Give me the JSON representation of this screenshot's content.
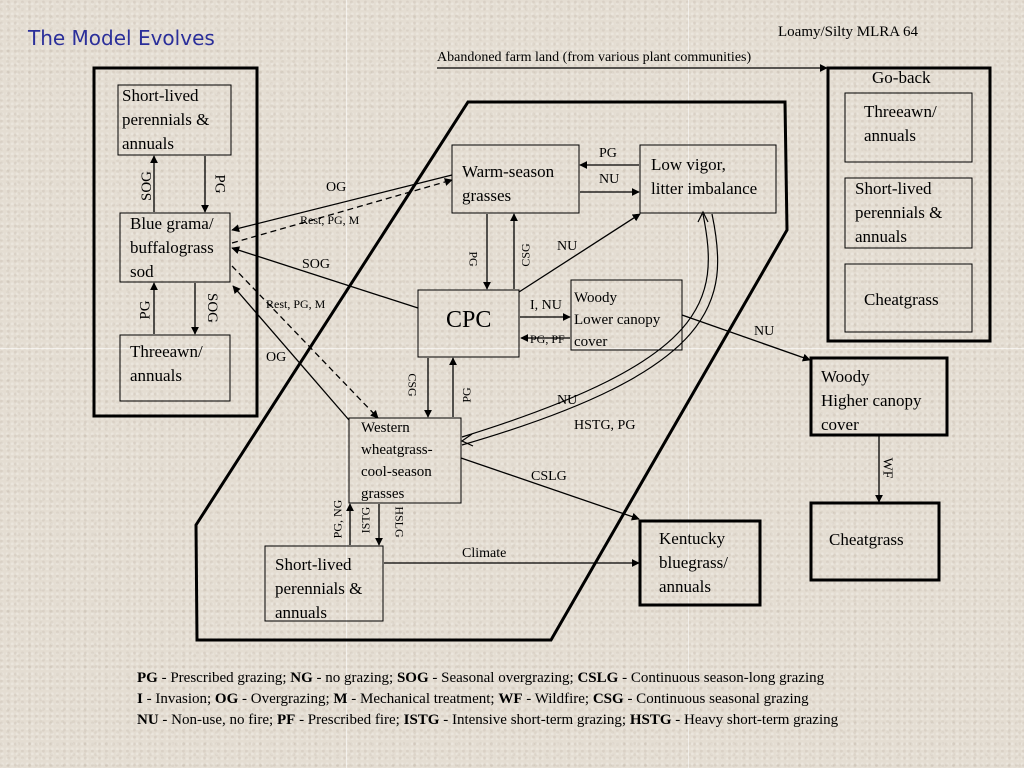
{
  "title": "The Model Evolves",
  "mlra": "Loamy/Silty MLRA 64",
  "top_arrow_label": "Abandoned farm land (from various plant communities)",
  "states": {
    "short_lived_left": [
      "Short-lived",
      "perennials &",
      "annuals"
    ],
    "blue_grama": [
      "Blue grama/",
      "buffalograss",
      "sod"
    ],
    "threeawn_left": [
      "Threeawn/",
      "annuals"
    ],
    "warm_season": [
      "Warm-season",
      "grasses"
    ],
    "low_vigor": [
      "Low vigor,",
      "litter imbalance"
    ],
    "cpc": "CPC",
    "woody_lower": [
      "Woody",
      "Lower canopy",
      "cover"
    ],
    "western_wheatgrass": [
      "Western",
      "wheatgrass-",
      "cool-season",
      "grasses"
    ],
    "short_lived_bottom": [
      "Short-lived",
      "perennials &",
      "annuals"
    ],
    "kentucky": [
      "Kentucky",
      "bluegrass/",
      "annuals"
    ],
    "woody_higher": [
      "Woody",
      "Higher canopy",
      "cover"
    ],
    "cheatgrass_right": "Cheatgrass",
    "goback_title": "Go-back",
    "goback_threeawn": [
      "Threeawn/",
      "annuals"
    ],
    "goback_short_lived": [
      "Short-lived",
      "perennials &",
      "annuals"
    ],
    "goback_cheatgrass": "Cheatgrass"
  },
  "transition_labels": {
    "sog_up": "SOG",
    "pg_down": "PG",
    "pg_up2": "PG",
    "sog_down2": "SOG",
    "og_top": "OG",
    "rest_top": "Rest, PG, M",
    "sog_mid": "SOG",
    "rest_mid": "Rest, PG, M",
    "og_bottom": "OG",
    "pg_ws_lv": "PG",
    "nu_ws_lv": "NU",
    "pg_ws_cpc": "PG",
    "csg_ws_cpc": "CSG",
    "nu_cpc_lv": "NU",
    "inu": "I, NU",
    "pgpf": "PG, PF",
    "csg_cpc_ww": "CSG",
    "pg_cpc_ww": "PG",
    "nu_loop": "NU",
    "hstg_loop": "HSTG, PG",
    "nu_woody": "NU",
    "csl_g": "CSLG",
    "pg_ng": "PG, NG",
    "istg": "ISTG",
    "hslg": "HSLG",
    "climate": "Climate",
    "wf": "WF"
  },
  "legend": [
    [
      [
        "PG",
        " - Prescribed grazing; "
      ],
      [
        "NG",
        " - no grazing; "
      ],
      [
        "SOG",
        " - Seasonal overgrazing; "
      ],
      [
        "CSLG",
        " - Continuous season-long grazing"
      ]
    ],
    [
      [
        "I",
        " - Invasion; "
      ],
      [
        "OG",
        " - Overgrazing; "
      ],
      [
        "M",
        " - Mechanical treatment; "
      ],
      [
        "WF",
        " - Wildfire; "
      ],
      [
        "CSG",
        " - Continuous seasonal grazing"
      ]
    ],
    [
      [
        "NU",
        " - Non-use, no fire; "
      ],
      [
        "PF",
        " - Prescribed fire; "
      ],
      [
        "ISTG",
        " - Intensive short-term grazing; "
      ],
      [
        "HSTG",
        " - Heavy short-term grazing"
      ]
    ]
  ]
}
